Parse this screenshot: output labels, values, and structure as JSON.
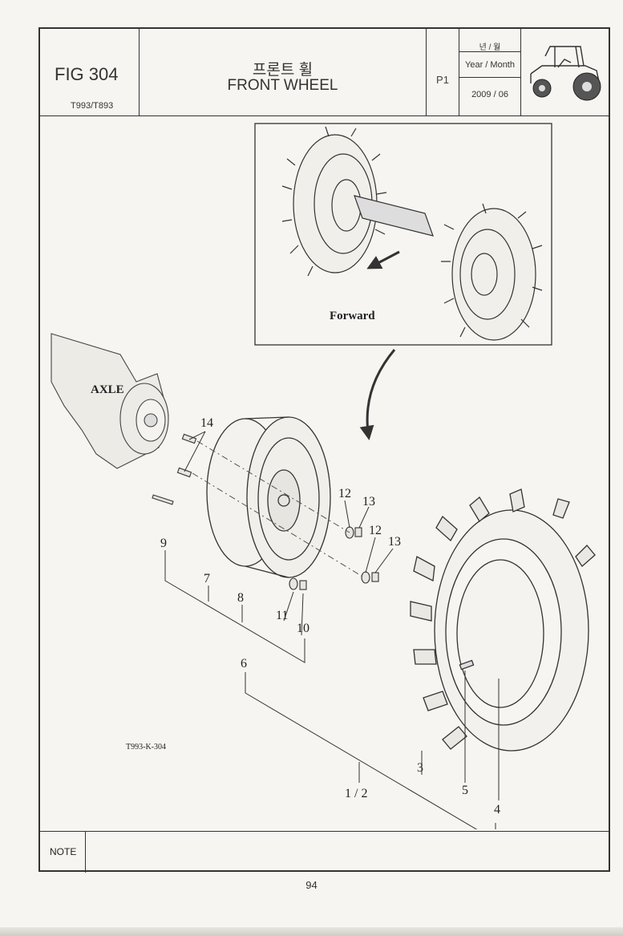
{
  "header": {
    "figure_number": "FIG 304",
    "model_code": "T993/T893",
    "title_korean": "프론트 휠",
    "title_english": "FRONT WHEEL",
    "page_code": "P1",
    "date_label_korean": "년 / 월",
    "date_label_english": "Year / Month",
    "date_value": "2009 / 06"
  },
  "diagram": {
    "inset_direction_label": "Forward",
    "axle_label": "AXLE",
    "drawing_code": "T993-K-304",
    "callouts": [
      "14",
      "12",
      "13",
      "12",
      "13",
      "9",
      "7",
      "8",
      "11",
      "10",
      "6",
      "3",
      "1 / 2",
      "5",
      "4"
    ]
  },
  "footer": {
    "note_label": "NOTE",
    "page_number": "94"
  },
  "colors": {
    "line": "#333333",
    "paper": "#f6f5f1"
  }
}
